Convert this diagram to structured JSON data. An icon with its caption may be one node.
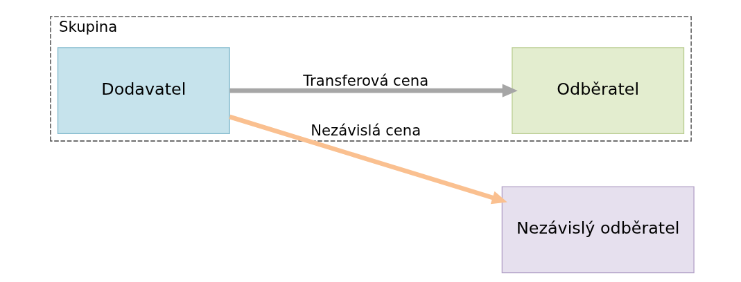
{
  "diagram": {
    "nodes": [
      {
        "text": [
          "Skupina"
        ]
      },
      {
        "text": [
          "Dodavatel"
        ],
        "in": 0
      },
      {
        "text": [
          "Odběratel"
        ],
        "in": 0
      },
      {
        "text": [
          "Nezávislý odběratel"
        ]
      }
    ],
    "edges": [
      {
        "from": 1,
        "to": 2,
        "arrow": "to",
        "label": "Transferová cena",
        "color": "#a6a6a6"
      },
      {
        "from": 1,
        "to": 3,
        "arrow": "to",
        "label": "Nezávislá cena",
        "color": "#fac090"
      }
    ]
  }
}
